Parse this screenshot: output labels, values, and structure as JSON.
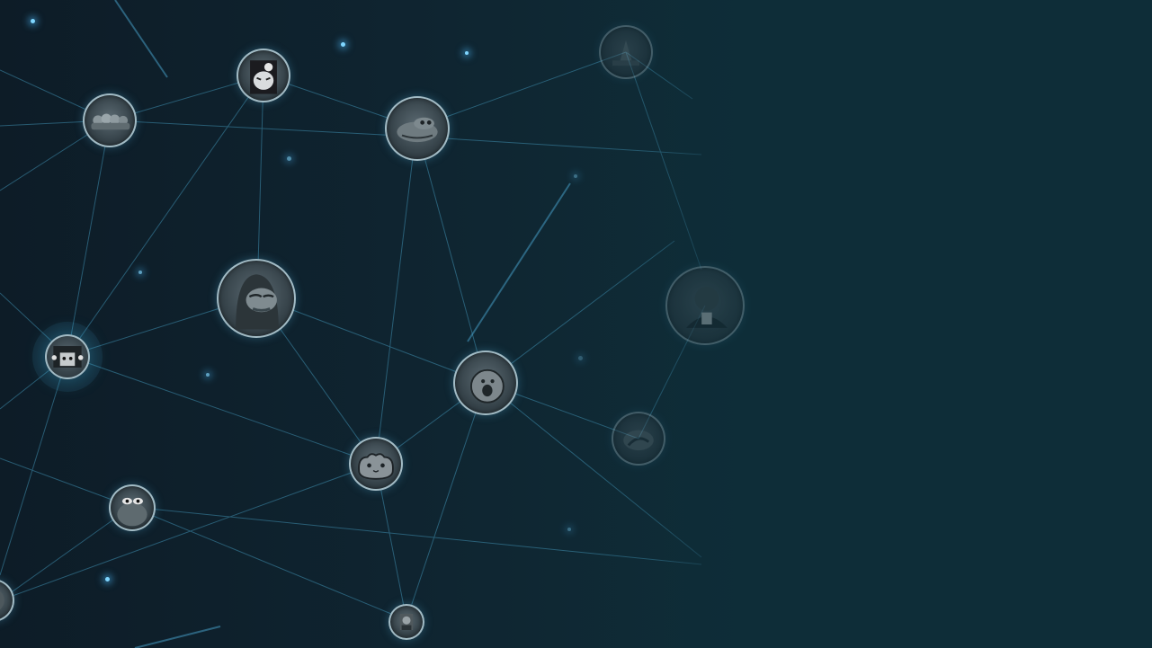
{
  "graph": {
    "nodes": [
      {
        "id": "crowd",
        "icon": "crowd-icon"
      },
      {
        "id": "girl-bun",
        "icon": "anime-girl-icon"
      },
      {
        "id": "frog-lying",
        "icon": "frog-icon"
      },
      {
        "id": "frog-hooded",
        "icon": "hooded-frog-icon"
      },
      {
        "id": "cat-panel",
        "icon": "cat-face-icon"
      },
      {
        "id": "shocked-face",
        "icon": "shocked-face-icon"
      },
      {
        "id": "blob-cat",
        "icon": "blob-face-icon"
      },
      {
        "id": "frog-eyes",
        "icon": "frog-eyes-icon"
      },
      {
        "id": "small-figure",
        "icon": "figure-icon"
      },
      {
        "id": "faded-tower",
        "icon": "tower-icon"
      },
      {
        "id": "faded-suit",
        "icon": "suit-figure-icon"
      },
      {
        "id": "faded-frog",
        "icon": "frog-icon"
      }
    ]
  },
  "colors": {
    "background": "#0f2430",
    "edge": "#3f8fb0",
    "spark": "#7fd6ff"
  }
}
